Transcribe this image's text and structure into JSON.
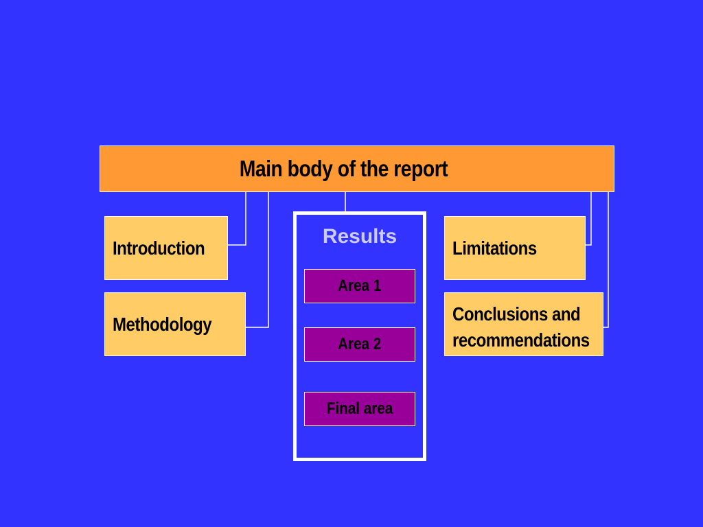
{
  "colors": {
    "background": "#3333ff",
    "main_box": "#ff9933",
    "section_box": "#ffcc66",
    "area_box": "#990099",
    "results_label": "#ccccff",
    "connector": "#ffffff"
  },
  "diagram": {
    "main_title": "Main body of the report",
    "left_sections": [
      "Introduction",
      "Methodology"
    ],
    "results": {
      "label": "Results",
      "areas": [
        "Area 1",
        "Area 2",
        "Final area"
      ]
    },
    "right_sections": [
      "Limitations",
      "Conclusions and recommendations"
    ]
  }
}
